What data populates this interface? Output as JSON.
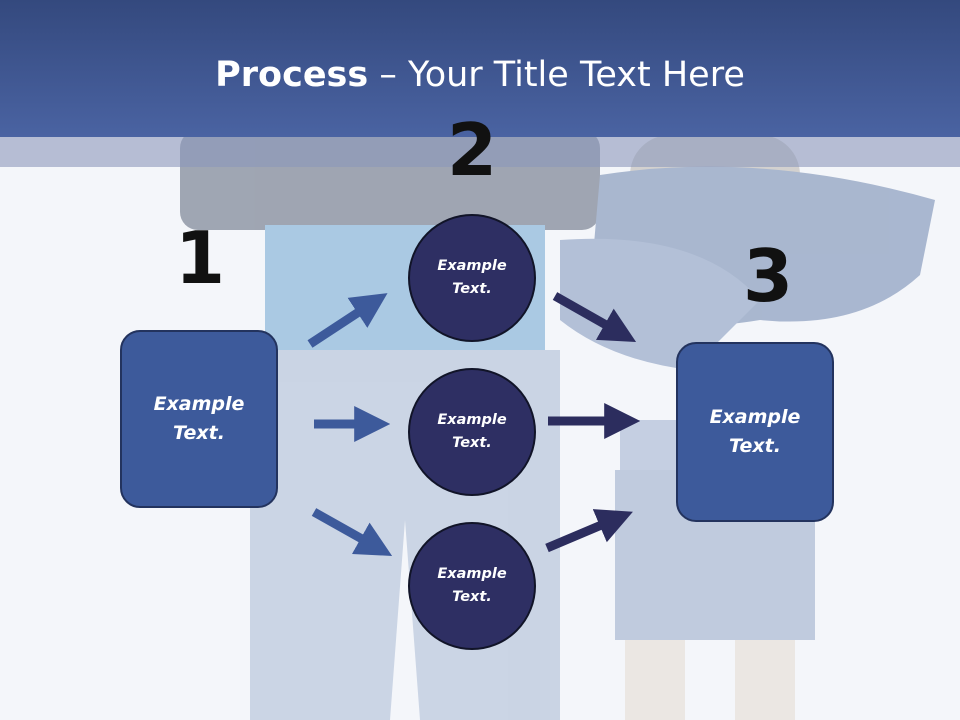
{
  "title": {
    "bold": "Process",
    "rest": " – Your Title Text Here"
  },
  "steps": {
    "one": "1",
    "two": "2",
    "three": "3"
  },
  "left_box": {
    "text": "Example\nText."
  },
  "circles": [
    {
      "text": "Example\nText."
    },
    {
      "text": "Example\nText."
    },
    {
      "text": "Example\nText."
    }
  ],
  "right_box": {
    "text": "Example\nText."
  },
  "colors": {
    "header": "#3f5693",
    "box": "#3d5a9b",
    "circle": "#2e2f63",
    "arrow_left": "#3d5a9b",
    "arrow_right": "#2c2d5e"
  }
}
